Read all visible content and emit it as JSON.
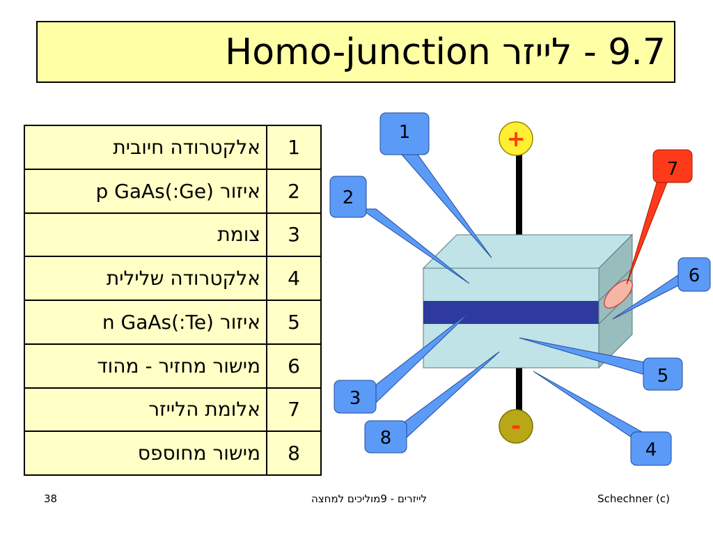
{
  "title": "9.7 - לייזר Homo-junction",
  "legend": [
    {
      "num": "1",
      "text": "אלקטרודה חיובית"
    },
    {
      "num": "2",
      "text": "איזור p  GaAs(:Ge)"
    },
    {
      "num": "3",
      "text": "צומת"
    },
    {
      "num": "4",
      "text": "אלקטרודה שלילית"
    },
    {
      "num": "5",
      "text": "איזור n    GaAs(:Te)"
    },
    {
      "num": "6",
      "text": "מישור מחזיר - מהוד"
    },
    {
      "num": "7",
      "text": "אלומת הלייזר"
    },
    {
      "num": "8",
      "text": "מישור מחוספס"
    }
  ],
  "diagram": {
    "plus": "+",
    "minus": "-",
    "callouts": [
      "1",
      "2",
      "3",
      "4",
      "5",
      "6",
      "7",
      "8"
    ]
  },
  "colors": {
    "title_bg": "#ffffa6",
    "table_bg": "#ffffc6",
    "callout_fill": "#5b9bf7",
    "laser_callout": "#ff3a1a",
    "junction": "#2e3a9e",
    "block_front": "#bfe3e6",
    "terminal": "#ffee33"
  },
  "footer": {
    "page": "38",
    "course": "לייזרים  - 9מוליכים למחצה",
    "author": "Schechner (c)"
  }
}
